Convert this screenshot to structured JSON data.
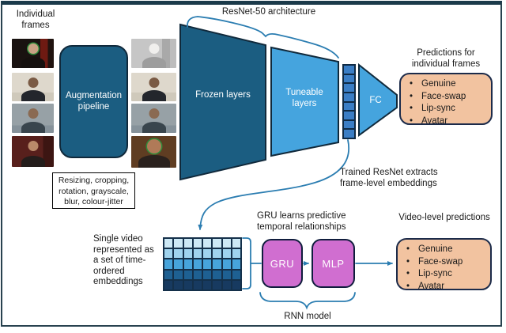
{
  "diagram": {
    "individual_frames_label": "Individual frames",
    "augmentation_box_label": "Augmentation pipeline",
    "augmentation_details": "Resizing, cropping, rotation, grayscale, blur, colour-jitter",
    "resnet": {
      "brace_label": "ResNet-50 architecture",
      "frozen_label": "Frozen layers",
      "tuneable_label": "Tuneable layers",
      "fc_label": "FC"
    },
    "frame_predictions": {
      "title": "Predictions for individual frames",
      "items": [
        "Genuine",
        "Face-swap",
        "Lip-sync",
        "Avatar"
      ]
    },
    "trained_note": "Trained ResNet extracts frame-level embeddings",
    "video_embeddings_note": "Single video represented as a set of time-ordered embeddings",
    "gru_note": "GRU learns predictive temporal relationships",
    "rnn": {
      "gru_label": "GRU",
      "mlp_label": "MLP",
      "brace_label": "RNN model"
    },
    "video_predictions": {
      "title": "Video-level predictions",
      "items": [
        "Genuine",
        "Face-swap",
        "Lip-sync",
        "Avatar"
      ]
    },
    "embedding_grid": {
      "rows": 5,
      "cols": 8,
      "row_colors": [
        "#cde9f6",
        "#9fd3ee",
        "#47a4db",
        "#1e6092",
        "#173a60"
      ]
    },
    "embedding_column": {
      "count": 8,
      "color": "#3b7ec5"
    },
    "colors": {
      "dark_blue": "#1b5d81",
      "light_blue": "#45a4de",
      "peach": "#f2c3a0",
      "orchid": "#d06ed0",
      "connector": "#2b7db1"
    }
  }
}
